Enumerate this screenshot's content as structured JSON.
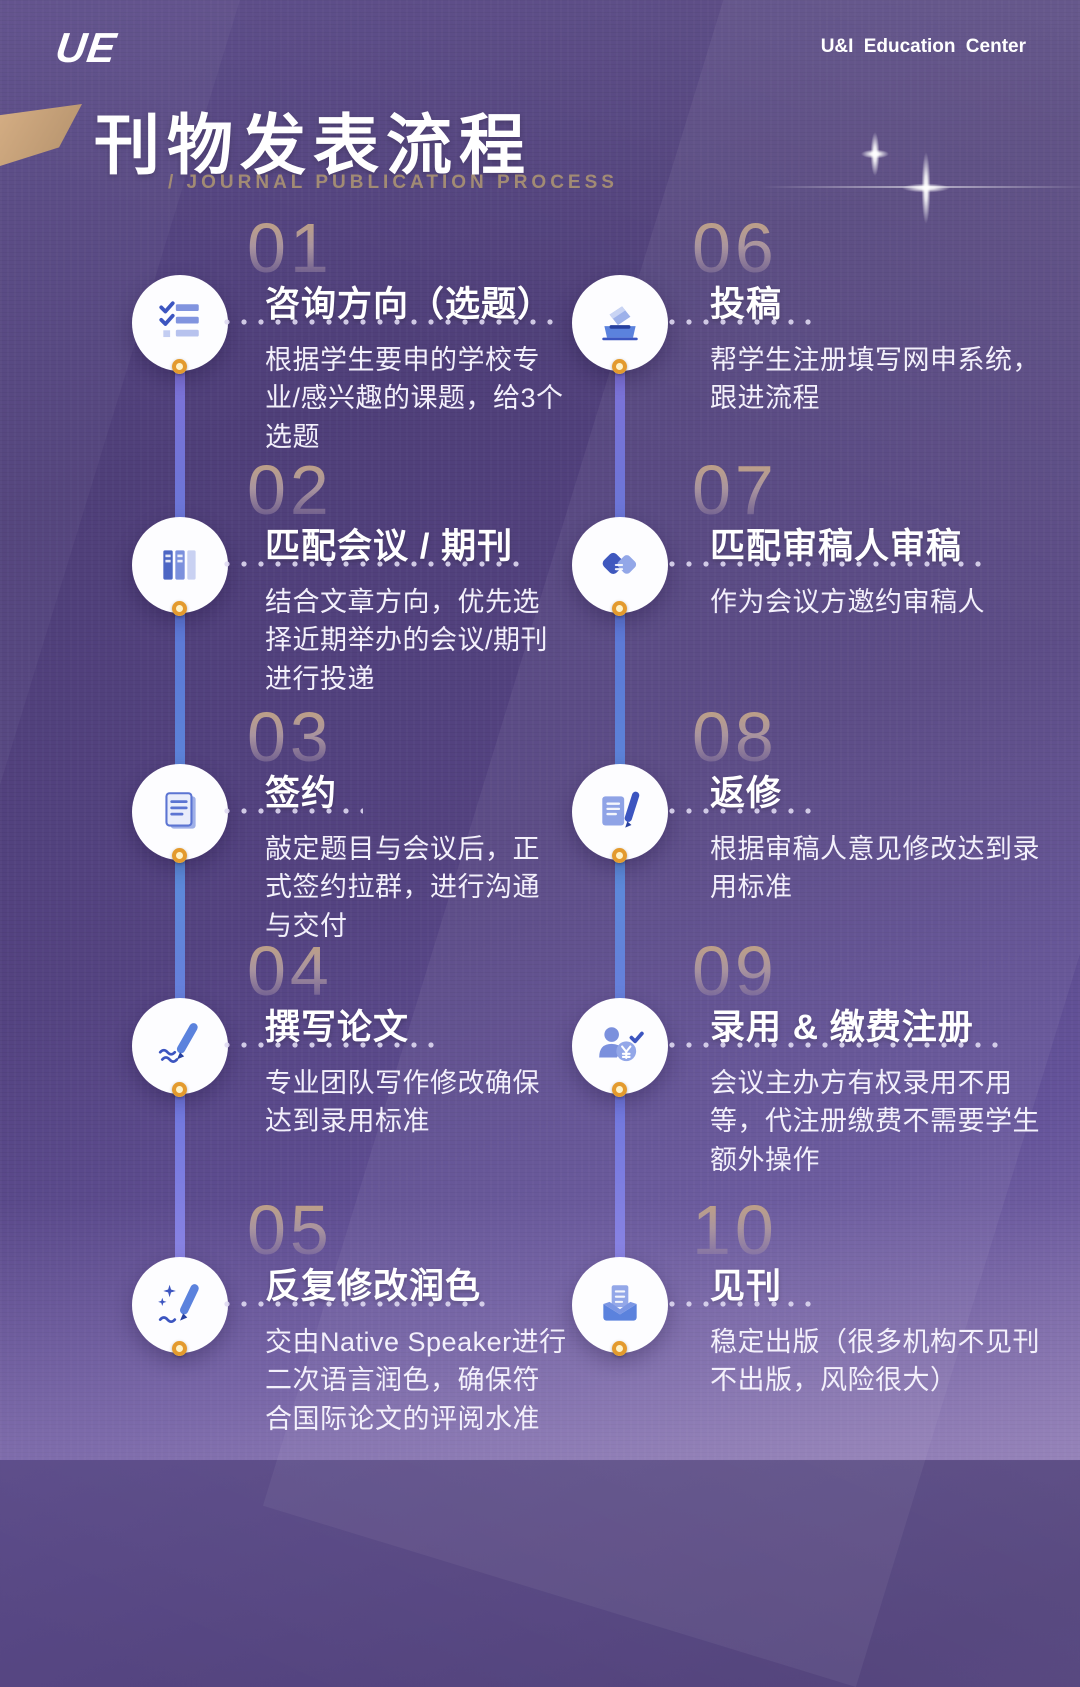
{
  "header": {
    "logo_text": "UE",
    "brand": "U&I Education Center"
  },
  "hero": {
    "title": "刊物发表流程",
    "subtitle": "/ JOURNAL PUBLICATION PROCESS"
  },
  "colors": {
    "background_purple": "#52427e",
    "accent_gold": "#c9a57e",
    "icon_blue_dark": "#3c55c0",
    "icon_blue_mid": "#7b90dd",
    "icon_blue_light": "#c3cdf2",
    "timeline_purple": "#8371d8",
    "timeline_blue": "#5b8ad9",
    "dot_gold": "#e39a2e",
    "circle_white": "#ffffff"
  },
  "steps": [
    {
      "num": "01",
      "title": "咨询方向（选题）",
      "desc": "根据学生要申的学校专业/感兴趣的课题，给3个选题",
      "icon": "checklist-icon"
    },
    {
      "num": "02",
      "title": "匹配会议 / 期刊",
      "desc": "结合文章方向，优先选择近期举办的会议/期刊进行投递",
      "icon": "books-icon"
    },
    {
      "num": "03",
      "title": "签约",
      "desc": "敲定题目与会议后，正式签约拉群，进行沟通与交付",
      "icon": "contract-icon"
    },
    {
      "num": "04",
      "title": "撰写论文",
      "desc": "专业团队写作修改确保达到录用标准",
      "icon": "writing-pen-icon"
    },
    {
      "num": "05",
      "title": "反复修改润色",
      "desc": "交由Native Speaker进行二次语言润色，确保符合国际论文的评阅水准",
      "icon": "polish-pen-icon"
    },
    {
      "num": "06",
      "title": "投稿",
      "desc": "帮学生注册填写网申系统，跟进流程",
      "icon": "ballot-submit-icon"
    },
    {
      "num": "07",
      "title": "匹配审稿人审稿",
      "desc": "作为会议方邀约审稿人",
      "icon": "handshake-icon"
    },
    {
      "num": "08",
      "title": "返修",
      "desc": "根据审稿人意见修改达到录用标准",
      "icon": "doc-edit-icon"
    },
    {
      "num": "09",
      "title": "录用 & 缴费注册",
      "desc": "会议主办方有权录用不用等，代注册缴费不需要学生额外操作",
      "icon": "fee-register-icon"
    },
    {
      "num": "10",
      "title": "见刊",
      "desc": "稳定出版（很多机构不见刊不出版，风险很大）",
      "icon": "publish-icon"
    }
  ]
}
